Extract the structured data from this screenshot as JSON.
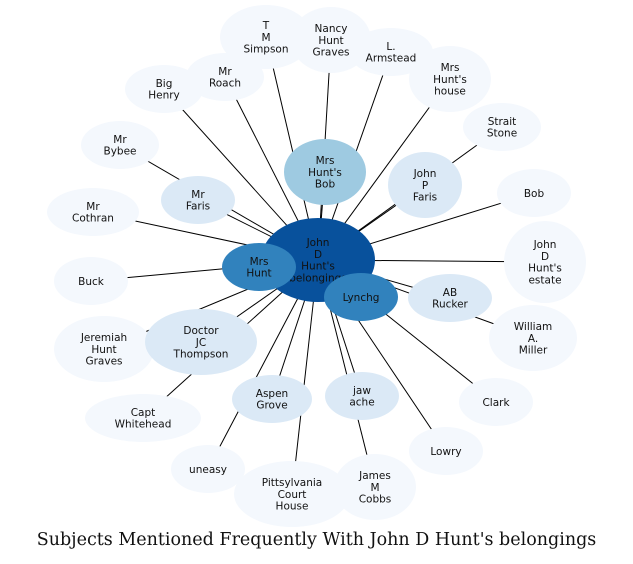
{
  "caption": "Subjects Mentioned Frequently With John D Hunt's belongings",
  "center": {
    "id": "john-d-hunts-belongings",
    "label": [
      "John",
      "D",
      "Hunt's",
      "belongings"
    ]
  },
  "nodes": [
    {
      "id": "t-m-simpson",
      "label": [
        "T",
        "M",
        "Simpson"
      ]
    },
    {
      "id": "nancy-hunt-graves",
      "label": [
        "Nancy",
        "Hunt",
        "Graves"
      ]
    },
    {
      "id": "l-armstead",
      "label": [
        "L.",
        "Armstead"
      ]
    },
    {
      "id": "mrs-hunts-house",
      "label": [
        "Mrs",
        "Hunt's",
        "house"
      ]
    },
    {
      "id": "mr-roach",
      "label": [
        "Mr",
        "Roach"
      ]
    },
    {
      "id": "big-henry",
      "label": [
        "Big",
        "Henry"
      ]
    },
    {
      "id": "strait-stone",
      "label": [
        "Strait",
        "Stone"
      ]
    },
    {
      "id": "mr-bybee",
      "label": [
        "Mr",
        "Bybee"
      ]
    },
    {
      "id": "mrs-hunts-bob",
      "label": [
        "Mrs",
        "Hunt's",
        "Bob"
      ]
    },
    {
      "id": "john-p-faris",
      "label": [
        "John",
        "P",
        "Faris"
      ]
    },
    {
      "id": "bob",
      "label": [
        "Bob"
      ]
    },
    {
      "id": "mr-faris",
      "label": [
        "Mr",
        "Faris"
      ]
    },
    {
      "id": "mr-cothran",
      "label": [
        "Mr",
        "Cothran"
      ]
    },
    {
      "id": "john-d-hunts-estate",
      "label": [
        "John",
        "D",
        "Hunt's",
        "estate"
      ]
    },
    {
      "id": "mrs-hunt",
      "label": [
        "Mrs",
        "Hunt"
      ]
    },
    {
      "id": "buck",
      "label": [
        "Buck"
      ]
    },
    {
      "id": "lynchg",
      "label": [
        "Lynchg"
      ]
    },
    {
      "id": "ab-rucker",
      "label": [
        "AB",
        "Rucker"
      ]
    },
    {
      "id": "william-a-miller",
      "label": [
        "William",
        "A.",
        "Miller"
      ]
    },
    {
      "id": "jeremiah-hunt-graves",
      "label": [
        "Jeremiah",
        "Hunt",
        "Graves"
      ]
    },
    {
      "id": "doctor-jc-thompson",
      "label": [
        "Doctor",
        "JC",
        "Thompson"
      ]
    },
    {
      "id": "aspen-grove",
      "label": [
        "Aspen",
        "Grove"
      ]
    },
    {
      "id": "jaw-ache",
      "label": [
        "jaw",
        "ache"
      ]
    },
    {
      "id": "clark",
      "label": [
        "Clark"
      ]
    },
    {
      "id": "capt-whitehead",
      "label": [
        "Capt",
        "Whitehead"
      ]
    },
    {
      "id": "lowry",
      "label": [
        "Lowry"
      ]
    },
    {
      "id": "uneasy",
      "label": [
        "uneasy"
      ]
    },
    {
      "id": "james-m-cobbs",
      "label": [
        "James",
        "M",
        "Cobbs"
      ]
    },
    {
      "id": "pittsylvania-court-house",
      "label": [
        "Pittsylvania",
        "Court",
        "House"
      ]
    }
  ],
  "colors": {
    "center": "#08519c",
    "tier1": "#3182bd",
    "tier2": "#9ecae1",
    "tier3": "#dbe9f6",
    "tier4": "#f4f8fd",
    "edge": "#000000",
    "center_text": "#111111"
  }
}
